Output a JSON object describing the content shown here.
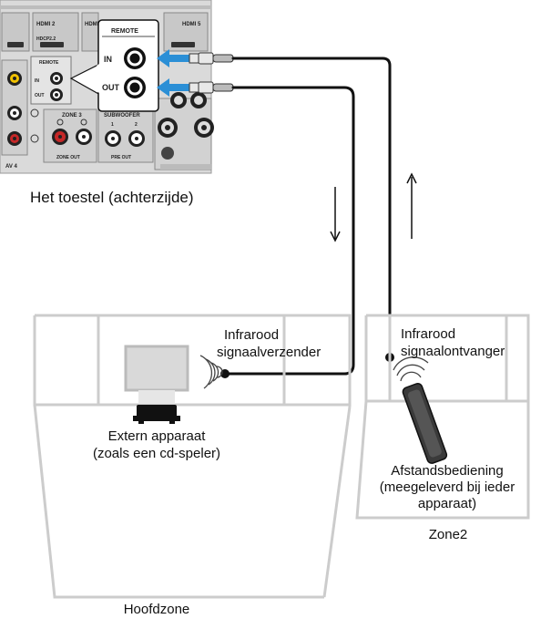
{
  "receiver": {
    "caption": "Het toestel (achterzijde)",
    "callout_title": "REMOTE",
    "in_label": "IN",
    "out_label": "OUT",
    "panel_remote": "REMOTE",
    "panel_in": "IN",
    "panel_out": "OUT",
    "hdmi_labels": [
      "HDMI 2",
      "HDMI 5",
      "HDMI"
    ],
    "hdcp_label": "HDCP2.2",
    "zone3_label": "ZONE 3",
    "subwoofer_label": "SUBWOOFER",
    "zone_out_label": "ZONE OUT",
    "pre_out_label": "PRE OUT",
    "av4_label": "AV 4",
    "pre_out_numbers": [
      "1",
      "2"
    ]
  },
  "main_zone": {
    "caption": "Hoofdzone",
    "emitter_label": [
      "Infrarood",
      "signaalverzender"
    ],
    "device_label": [
      "Extern apparaat",
      "(zoals een cd-speler)"
    ]
  },
  "zone2": {
    "caption": "Zone2",
    "receiver_label": [
      "Infrarood",
      "signaalontvanger"
    ],
    "remote_label": [
      "Afstandsbediening",
      "(meegeleverd bij ieder",
      "apparaat)"
    ]
  },
  "colors": {
    "accent_arrow": "#2b8fd6",
    "panel_bg": "#d9d9d9",
    "room_outline": "#cccccc",
    "cable": "#111111",
    "jack_red": "#c62828",
    "jack_yellow": "#f2c200"
  }
}
